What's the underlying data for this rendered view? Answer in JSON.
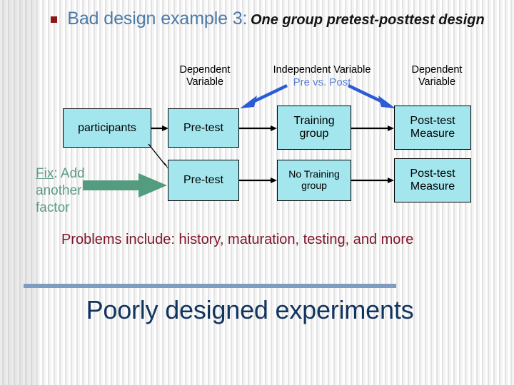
{
  "slide": {
    "title": {
      "bullet_icon": "square-bullet-icon",
      "main": "Bad design example 3:",
      "subtitle": "One group pretest-posttest design"
    },
    "column_headers": [
      {
        "id": "dependent-left",
        "text": "Dependent Variable"
      },
      {
        "id": "independent",
        "text": "Independent Variable",
        "blue_text": "Pre vs. Post"
      },
      {
        "id": "dependent-right",
        "text": "Dependent Variable"
      }
    ],
    "diagram": {
      "row1": [
        {
          "name": "participants",
          "label": "participants"
        },
        {
          "name": "pretest-1",
          "label": "Pre-test"
        },
        {
          "name": "training-group",
          "label": "Training group"
        },
        {
          "name": "post-test-1",
          "label": "Post-test Measure"
        }
      ],
      "row2": [
        {
          "name": "pretest-2",
          "label": "Pre-test"
        },
        {
          "name": "no-training-group",
          "label": "No Training group"
        },
        {
          "name": "post-test-2",
          "label": "Post-test Measure"
        }
      ]
    },
    "fix_note": {
      "underlined": "Fix",
      "rest": ": Add another factor"
    },
    "problems": "Problems include: history, maturation, testing, and more",
    "footer_heading": "Poorly designed experiments",
    "colors": {
      "title_blue": "#4b7aa8",
      "bullet_red": "#8e1616",
      "box_fill": "#a3e6ee",
      "prepost_blue": "#5a7fd4",
      "arrow_blue": "#2b5bd7",
      "fix_green": "#5a9c84",
      "green_arrow": "#539c7f",
      "problems_maroon": "#7d1528",
      "footer_navy": "#123560",
      "divider_blue": "#7e9cbf"
    }
  }
}
